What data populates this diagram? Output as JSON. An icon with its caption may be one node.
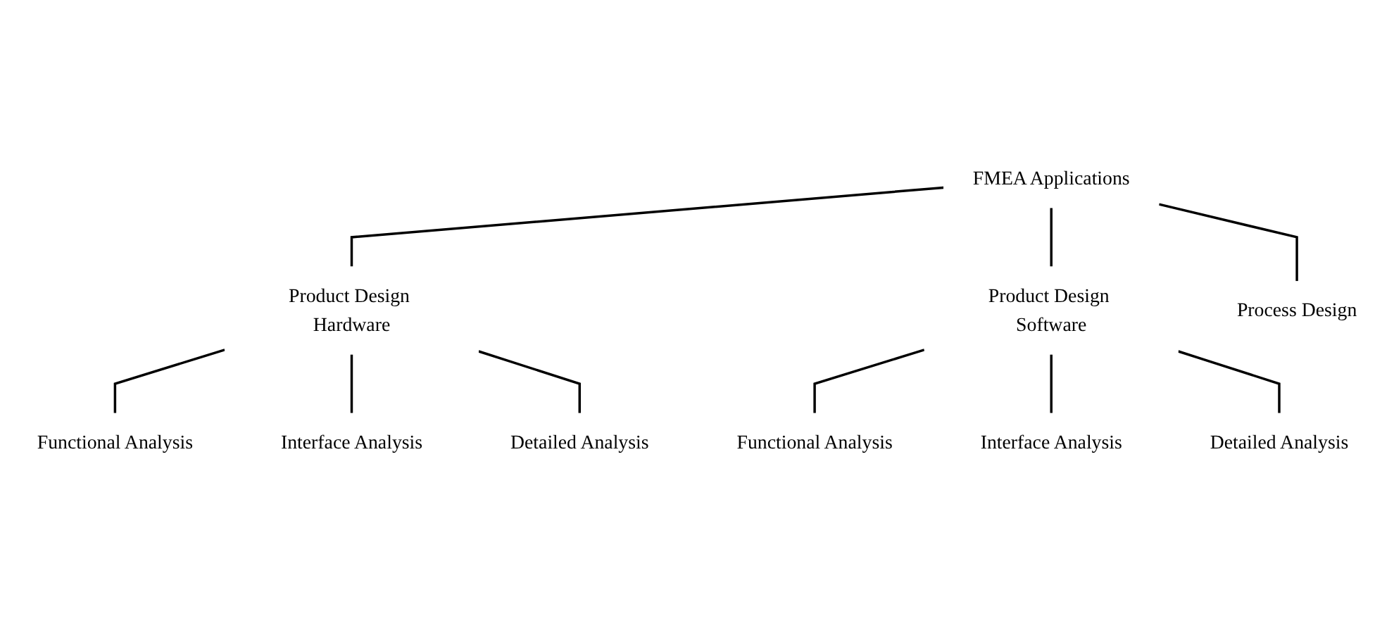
{
  "diagram": {
    "nodes": [
      {
        "text": [
          "FMEA Applications"
        ]
      },
      {
        "text": [
          "Product Design Hardware"
        ]
      },
      {
        "text": [
          "Product Design Software"
        ]
      },
      {
        "text": [
          "Process Design"
        ]
      },
      {
        "text": [
          "Functional Analysis"
        ]
      },
      {
        "text": [
          "Interface Analysis"
        ]
      },
      {
        "text": [
          "Detailed Analysis"
        ]
      },
      {
        "text": [
          "Functional Analysis"
        ]
      },
      {
        "text": [
          "Interface Analysis"
        ]
      },
      {
        "text": [
          "Detailed Analysis"
        ]
      }
    ],
    "edges": [
      {
        "from": 0,
        "to": 1,
        "arrow": "none"
      },
      {
        "from": 0,
        "to": 2,
        "arrow": "none"
      },
      {
        "from": 0,
        "to": 3,
        "arrow": "none"
      },
      {
        "from": 1,
        "to": 4,
        "arrow": "none"
      },
      {
        "from": 1,
        "to": 5,
        "arrow": "none"
      },
      {
        "from": 1,
        "to": 6,
        "arrow": "none"
      },
      {
        "from": 2,
        "to": 7,
        "arrow": "none"
      },
      {
        "from": 2,
        "to": 8,
        "arrow": "none"
      },
      {
        "from": 2,
        "to": 9,
        "arrow": "none"
      }
    ]
  }
}
